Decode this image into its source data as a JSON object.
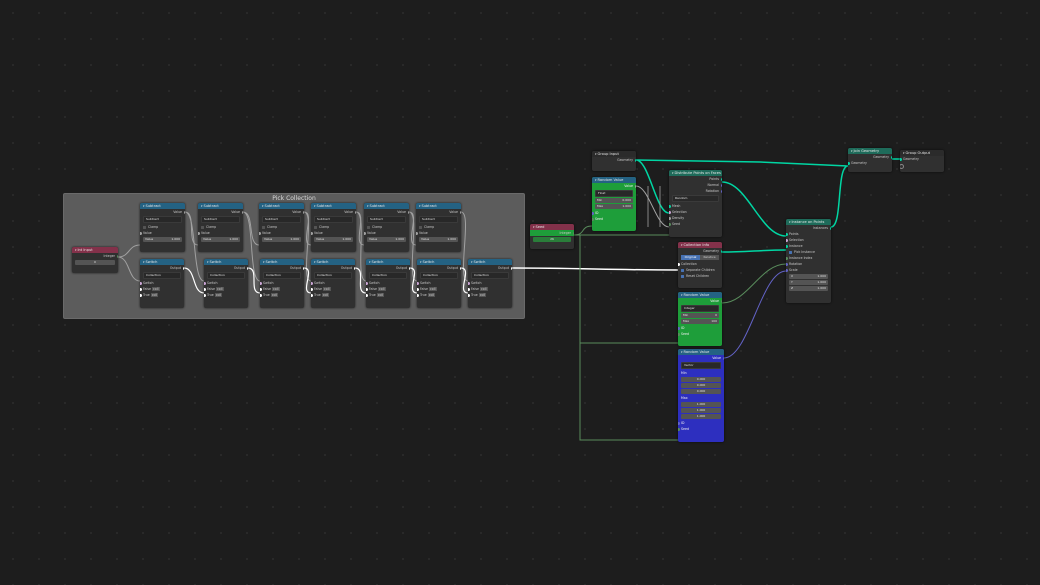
{
  "frame": {
    "title": "Pick Collection"
  },
  "input_node": {
    "title": "Int Input",
    "output": "Integer",
    "value": "0"
  },
  "subtract_nodes": [
    {
      "title": "Subtract",
      "output": "Value",
      "operation": "Subtract",
      "clamp": "Clamp",
      "input": "Value",
      "value_label": "Value",
      "value": "1.000"
    },
    {
      "title": "Subtract",
      "output": "Value",
      "operation": "Subtract",
      "clamp": "Clamp",
      "input": "Value",
      "value_label": "Value",
      "value": "1.000"
    },
    {
      "title": "Subtract",
      "output": "Value",
      "operation": "Subtract",
      "clamp": "Clamp",
      "input": "Value",
      "value_label": "Value",
      "value": "1.000"
    },
    {
      "title": "Subtract",
      "output": "Value",
      "operation": "Subtract",
      "clamp": "Clamp",
      "input": "Value",
      "value_label": "Value",
      "value": "1.000"
    },
    {
      "title": "Subtract",
      "output": "Value",
      "operation": "Subtract",
      "clamp": "Clamp",
      "input": "Value",
      "value_label": "Value",
      "value": "1.000"
    },
    {
      "title": "Subtract",
      "output": "Value",
      "operation": "Subtract",
      "clamp": "Clamp",
      "input": "Value",
      "value_label": "Value",
      "value": "1.000"
    }
  ],
  "switch_nodes": [
    {
      "title": "Switch",
      "output": "Output",
      "type": "Collection",
      "switch": "Switch",
      "false": "False",
      "true": "True",
      "col_a": "coll",
      "col_b": "coll"
    },
    {
      "title": "Switch",
      "output": "Output",
      "type": "Collection",
      "switch": "Switch",
      "false": "False",
      "true": "True",
      "col_a": "coll",
      "col_b": "coll"
    },
    {
      "title": "Switch",
      "output": "Output",
      "type": "Collection",
      "switch": "Switch",
      "false": "False",
      "true": "True",
      "col_a": "coll",
      "col_b": "coll"
    },
    {
      "title": "Switch",
      "output": "Output",
      "type": "Collection",
      "switch": "Switch",
      "false": "False",
      "true": "True",
      "col_a": "coll",
      "col_b": "coll"
    },
    {
      "title": "Switch",
      "output": "Output",
      "type": "Collection",
      "switch": "Switch",
      "false": "False",
      "true": "True",
      "col_a": "coll",
      "col_b": "coll"
    },
    {
      "title": "Switch",
      "output": "Output",
      "type": "Collection",
      "switch": "Switch",
      "false": "False",
      "true": "True",
      "col_a": "coll",
      "col_b": "coll"
    },
    {
      "title": "Switch",
      "output": "Output",
      "type": "Collection",
      "switch": "Switch",
      "false": "False",
      "true": "True",
      "col_a": "coll",
      "col_b": "coll"
    }
  ],
  "seed_node": {
    "title": "Seed",
    "output": "Integer",
    "value": "26"
  },
  "group_input": {
    "title": "Group Input",
    "output": "Geometry"
  },
  "random_float": {
    "title": "Random Value",
    "output": "Value",
    "type": "Float",
    "min_label": "Min",
    "min": "0.000",
    "max_label": "Max",
    "max": "1.000",
    "id": "ID",
    "seed": "Seed"
  },
  "distribute": {
    "title": "Distribute Points on Faces",
    "out_points": "Points",
    "out_normal": "Normal",
    "out_rotation": "Rotation",
    "mode": "Random",
    "in_mesh": "Mesh",
    "in_selection": "Selection",
    "in_density": "Density",
    "in_seed": "Seed"
  },
  "collection_info": {
    "title": "Collection Info",
    "output": "Geometry",
    "btn_original": "Original",
    "btn_relative": "Relative",
    "in_collection": "Collection",
    "separate": "Separate Children",
    "reset": "Reset Children"
  },
  "random_int": {
    "title": "Random Value",
    "output": "Value",
    "type": "Integer",
    "min_label": "Min",
    "min": "0",
    "max_label": "Max",
    "max": "100",
    "id": "ID",
    "seed": "Seed"
  },
  "random_vec": {
    "title": "Random Value",
    "output": "Value",
    "type": "Vector",
    "min_label": "Min",
    "min": [
      "0.000",
      "0.000",
      "0.000"
    ],
    "max_label": "Max",
    "max": [
      "1.000",
      "1.000",
      "1.000"
    ],
    "id": "ID",
    "seed": "Seed"
  },
  "instance": {
    "title": "Instance on Points",
    "output": "Instances",
    "in_points": "Points",
    "in_selection": "Selection",
    "in_instance": "Instance",
    "pick": "Pick Instance",
    "in_index": "Instance Index",
    "in_rotation": "Rotation",
    "in_scale": "Scale",
    "scale": [
      "1.000",
      "1.000",
      "1.000"
    ],
    "axes": [
      "X",
      "Y",
      "Z"
    ]
  },
  "join": {
    "title": "Join Geometry",
    "output": "Geometry",
    "input": "Geometry"
  },
  "group_output": {
    "title": "Group Output",
    "input": "Geometry"
  },
  "colors": {
    "geometry": "#00d6a3",
    "integer": "#598c5c",
    "float": "#a1a1a1",
    "collection": "#ffffff",
    "vector": "#6363c7"
  }
}
